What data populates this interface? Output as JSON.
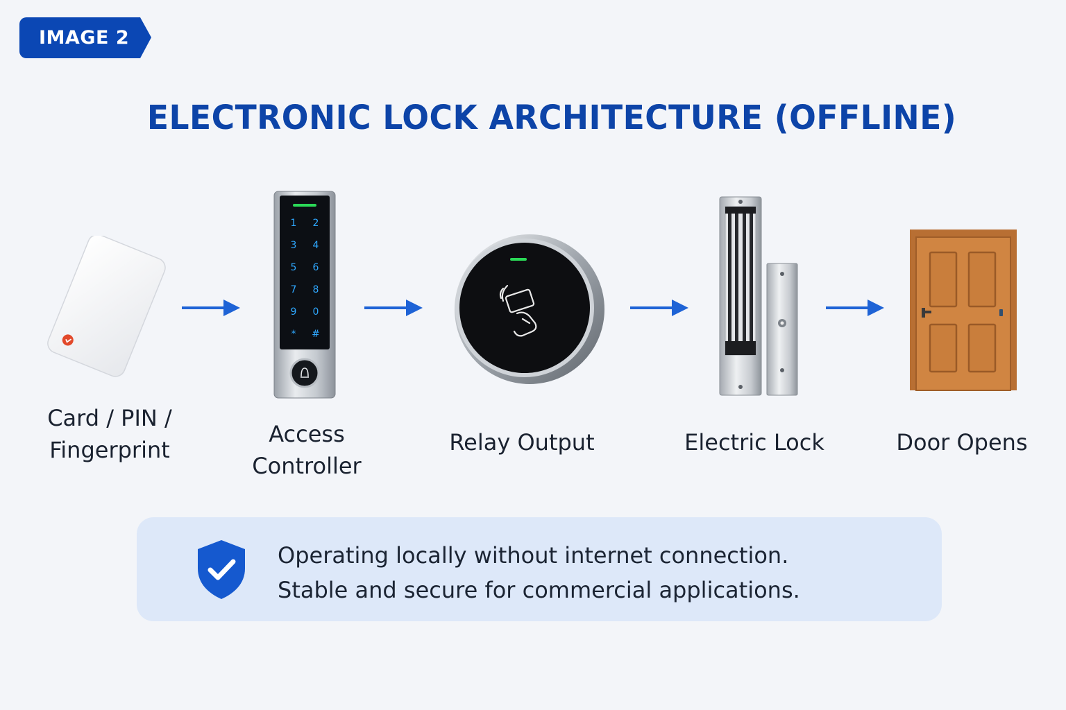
{
  "badge": "IMAGE 2",
  "title": "ELECTRONIC LOCK ARCHITECTURE (OFFLINE)",
  "steps": [
    {
      "label_lines": [
        "Card / PIN /",
        "Fingerprint"
      ],
      "icon": "rfid-card-icon"
    },
    {
      "label_lines": [
        "Access",
        "Controller"
      ],
      "icon": "keypad-controller-icon"
    },
    {
      "label_lines": [
        "Relay Output"
      ],
      "icon": "card-reader-icon"
    },
    {
      "label_lines": [
        "Electric Lock"
      ],
      "icon": "magnetic-lock-icon"
    },
    {
      "label_lines": [
        "Door Opens"
      ],
      "icon": "door-icon"
    }
  ],
  "keypad_keys": [
    "1",
    "2",
    "3",
    "4",
    "5",
    "6",
    "7",
    "8",
    "9",
    "0",
    "*",
    "#"
  ],
  "info": {
    "icon": "shield-check-icon",
    "lines": [
      "Operating locally without internet connection.",
      "Stable and secure for commercial applications."
    ]
  },
  "colors": {
    "primary": "#0b47b4",
    "arrow": "#1e63d6",
    "panel": "#dde8f9",
    "door": "#c9803f"
  }
}
